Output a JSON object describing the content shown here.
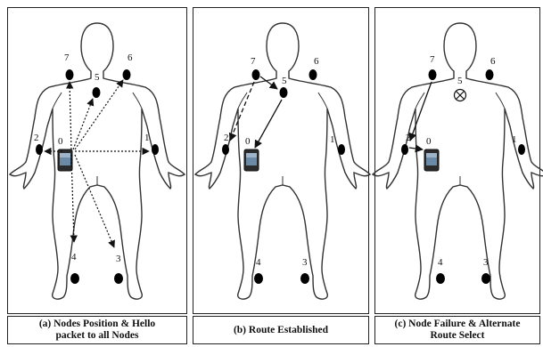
{
  "panels": [
    {
      "caption_line1": "(a) Nodes Position & Hello",
      "caption_line2": "packet to all Nodes",
      "nodes": [
        "0",
        "1",
        "2",
        "3",
        "4",
        "5",
        "6",
        "7"
      ]
    },
    {
      "caption_line1": "(b) Route Established",
      "caption_line2": "",
      "nodes": [
        "0",
        "1",
        "2",
        "3",
        "4",
        "5",
        "6",
        "7"
      ]
    },
    {
      "caption_line1": "(c) Node Failure & Alternate",
      "caption_line2": "Route Select",
      "nodes": [
        "0",
        "1",
        "2",
        "3",
        "4",
        "5",
        "6",
        "7"
      ],
      "failed_node": "5"
    }
  ]
}
